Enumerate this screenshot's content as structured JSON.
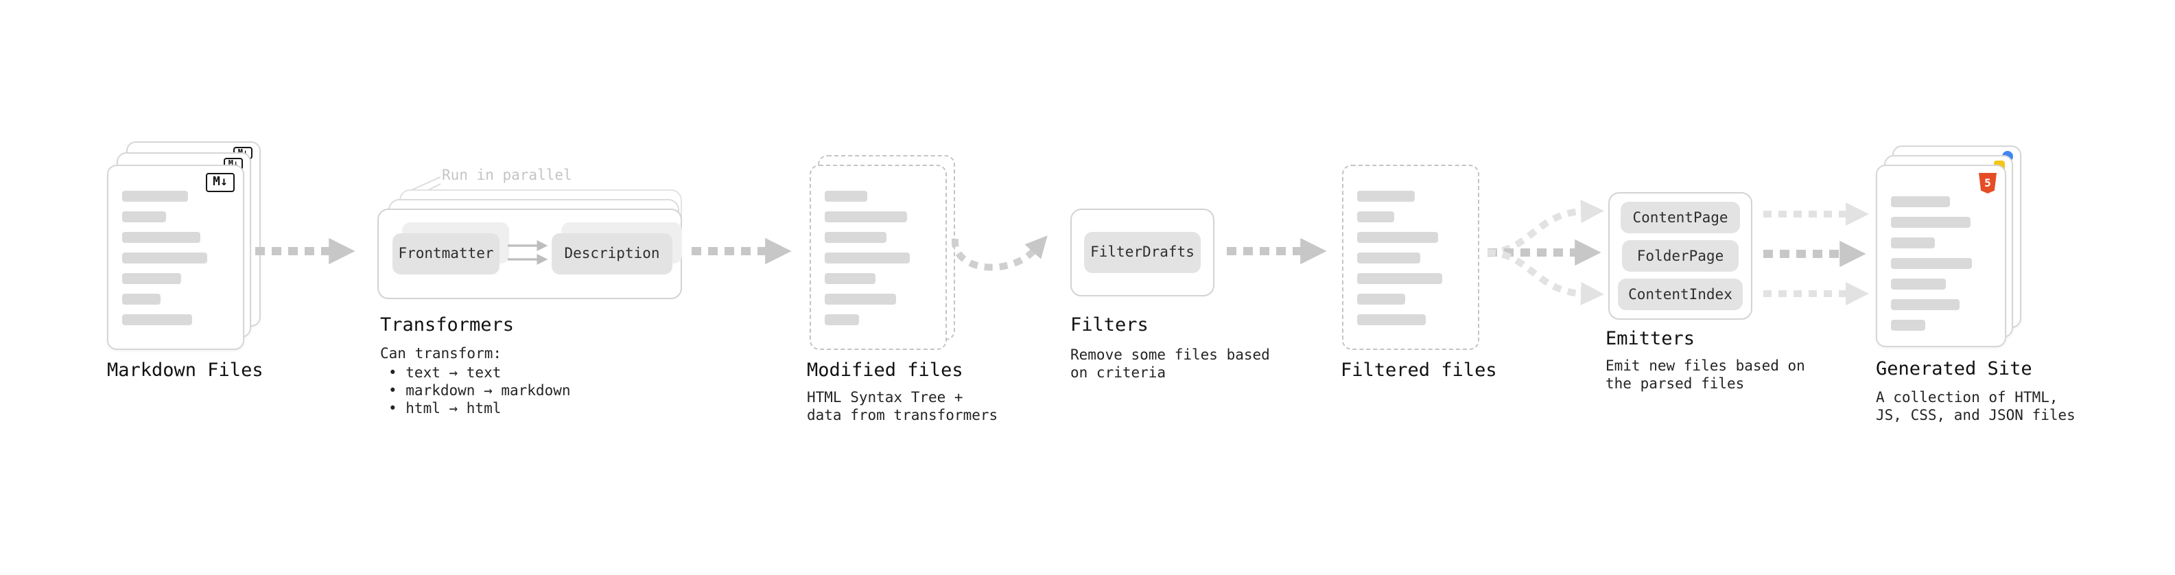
{
  "nodes": {
    "markdown_files": {
      "label": "Markdown Files",
      "badge": "M↓"
    },
    "transformers": {
      "annotation": "Run in parallel",
      "button1": "Frontmatter",
      "button2": "Description",
      "label": "Transformers",
      "desc_title": "Can transform:",
      "bullet1": "• text → text",
      "bullet2": "• markdown → markdown",
      "bullet3": "• html → html"
    },
    "modified_files": {
      "label": "Modified files",
      "desc1": "HTML Syntax Tree +",
      "desc2": "data from transformers"
    },
    "filters": {
      "button1": "FilterDrafts",
      "label": "Filters",
      "desc1": "Remove some files based",
      "desc2": "on criteria"
    },
    "filtered_files": {
      "label": "Filtered files"
    },
    "emitters": {
      "button1": "ContentPage",
      "button2": "FolderPage",
      "button3": "ContentIndex",
      "label": "Emitters",
      "desc1": "Emit new files based on",
      "desc2": "the parsed files"
    },
    "generated_site": {
      "label": "Generated Site",
      "badge": "5",
      "desc1": "A collection of HTML,",
      "desc2": "JS, CSS, and JSON files"
    }
  },
  "colors": {
    "arrow": "#c7c7c7",
    "arrow_light": "#e2e2e2",
    "placeholder_bar": "#d9d9d9",
    "button_bg": "#e3e3e3",
    "html5_orange": "#e44d26"
  }
}
